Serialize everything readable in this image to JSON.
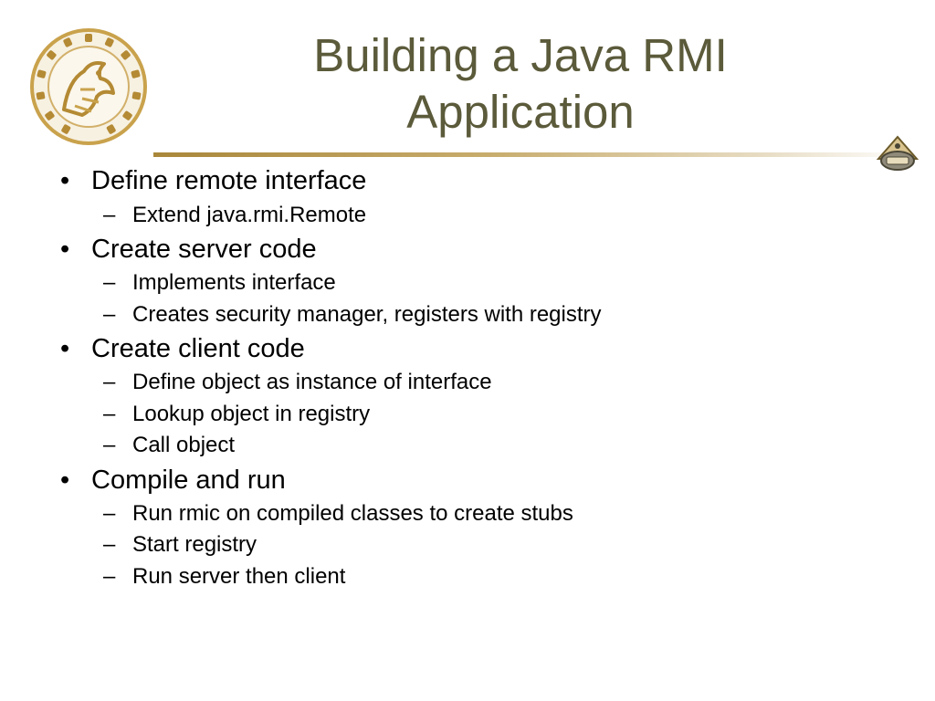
{
  "slide": {
    "title_line1": "Building a Java RMI",
    "title_line2": "Application",
    "bullet_glyph": "•",
    "dash_glyph": "–",
    "seal_icon": "university-seal-icon",
    "emblem_icon": "university-emblem-icon",
    "colors": {
      "title": "#5b5a3a",
      "gold": "#a9873a"
    },
    "bullets": [
      {
        "text": "Define remote interface",
        "subs": [
          "Extend java.rmi.Remote"
        ]
      },
      {
        "text": "Create server code",
        "subs": [
          "Implements interface",
          "Creates security manager, registers with registry"
        ]
      },
      {
        "text": "Create client code",
        "subs": [
          "Define object as instance of interface",
          "Lookup object in registry",
          "Call object"
        ]
      },
      {
        "text": "Compile and run",
        "subs": [
          "Run rmic on compiled classes to create stubs",
          "Start registry",
          "Run server then client"
        ]
      }
    ]
  }
}
